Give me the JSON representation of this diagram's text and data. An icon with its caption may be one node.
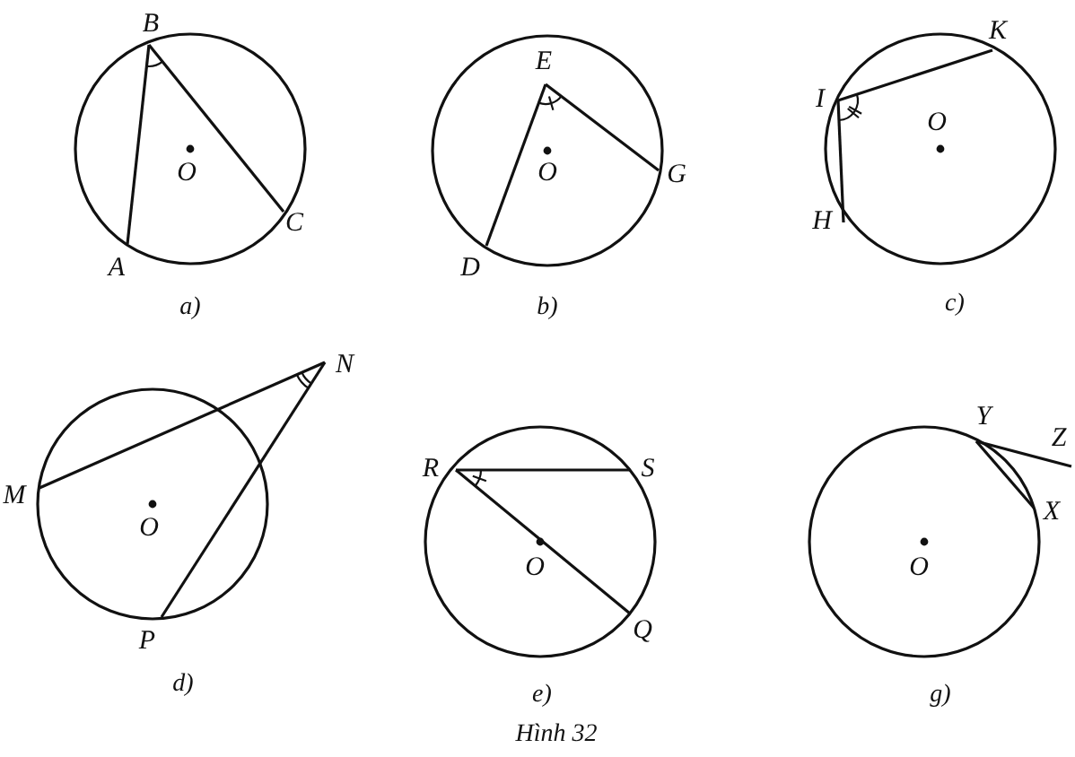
{
  "diagram": {
    "caption": "Hình 32",
    "labels": [
      "B",
      "O",
      "A",
      "C",
      "a)",
      "E",
      "O",
      "G",
      "D",
      "b)",
      "K",
      "I",
      "O",
      "H",
      "c)",
      "N",
      "M",
      "O",
      "P",
      "d)",
      "R",
      "S",
      "O",
      "Q",
      "e)",
      "Y",
      "Z",
      "X",
      "O",
      "g)"
    ]
  }
}
